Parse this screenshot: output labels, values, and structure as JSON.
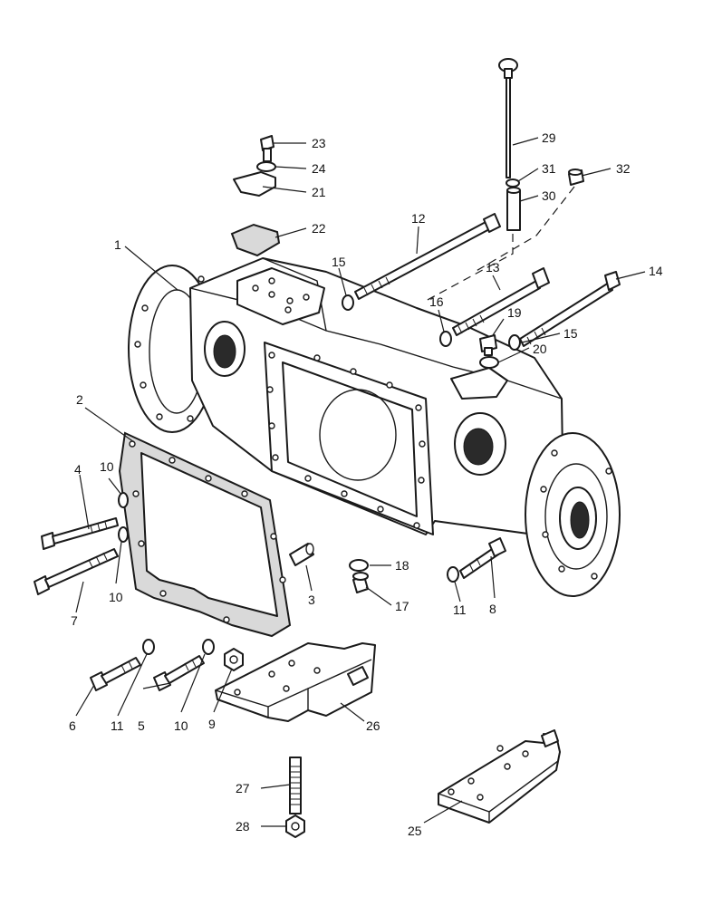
{
  "diagram": {
    "callouts": {
      "c1": "1",
      "c2": "2",
      "c3": "3",
      "c4": "4",
      "c5": "5",
      "c6": "6",
      "c7": "7",
      "c8": "8",
      "c9": "9",
      "c10a": "10",
      "c10b": "10",
      "c10c": "10",
      "c11a": "11",
      "c11b": "11",
      "c12": "12",
      "c13": "13",
      "c14": "14",
      "c15a": "15",
      "c15b": "15",
      "c16": "16",
      "c17": "17",
      "c18": "18",
      "c19": "19",
      "c20": "20",
      "c21": "21",
      "c22": "22",
      "c23": "23",
      "c24": "24",
      "c25": "25",
      "c26": "26",
      "c27": "27",
      "c28": "28",
      "c29": "29",
      "c30": "30",
      "c31": "31",
      "c32": "32"
    }
  }
}
